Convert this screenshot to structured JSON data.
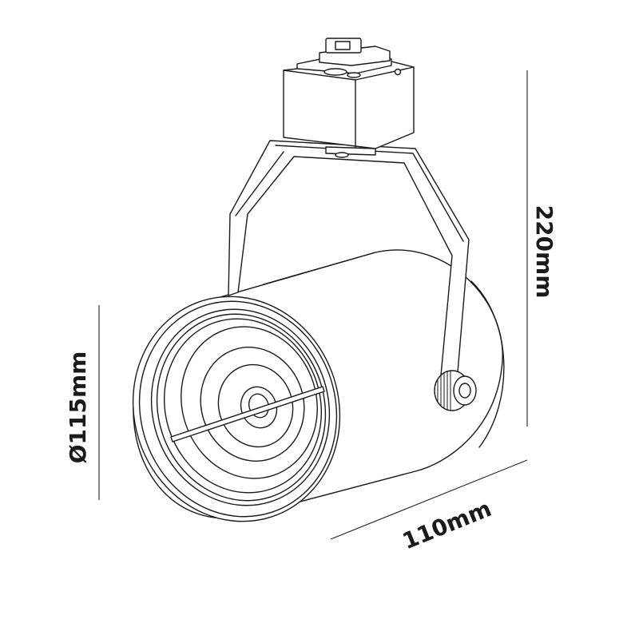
{
  "dimensions": {
    "height_label": "220mm",
    "diameter_label": "Ø115mm",
    "length_label": "110mm"
  },
  "colors": {
    "line": "#1a1a1a",
    "background": "#ffffff"
  }
}
